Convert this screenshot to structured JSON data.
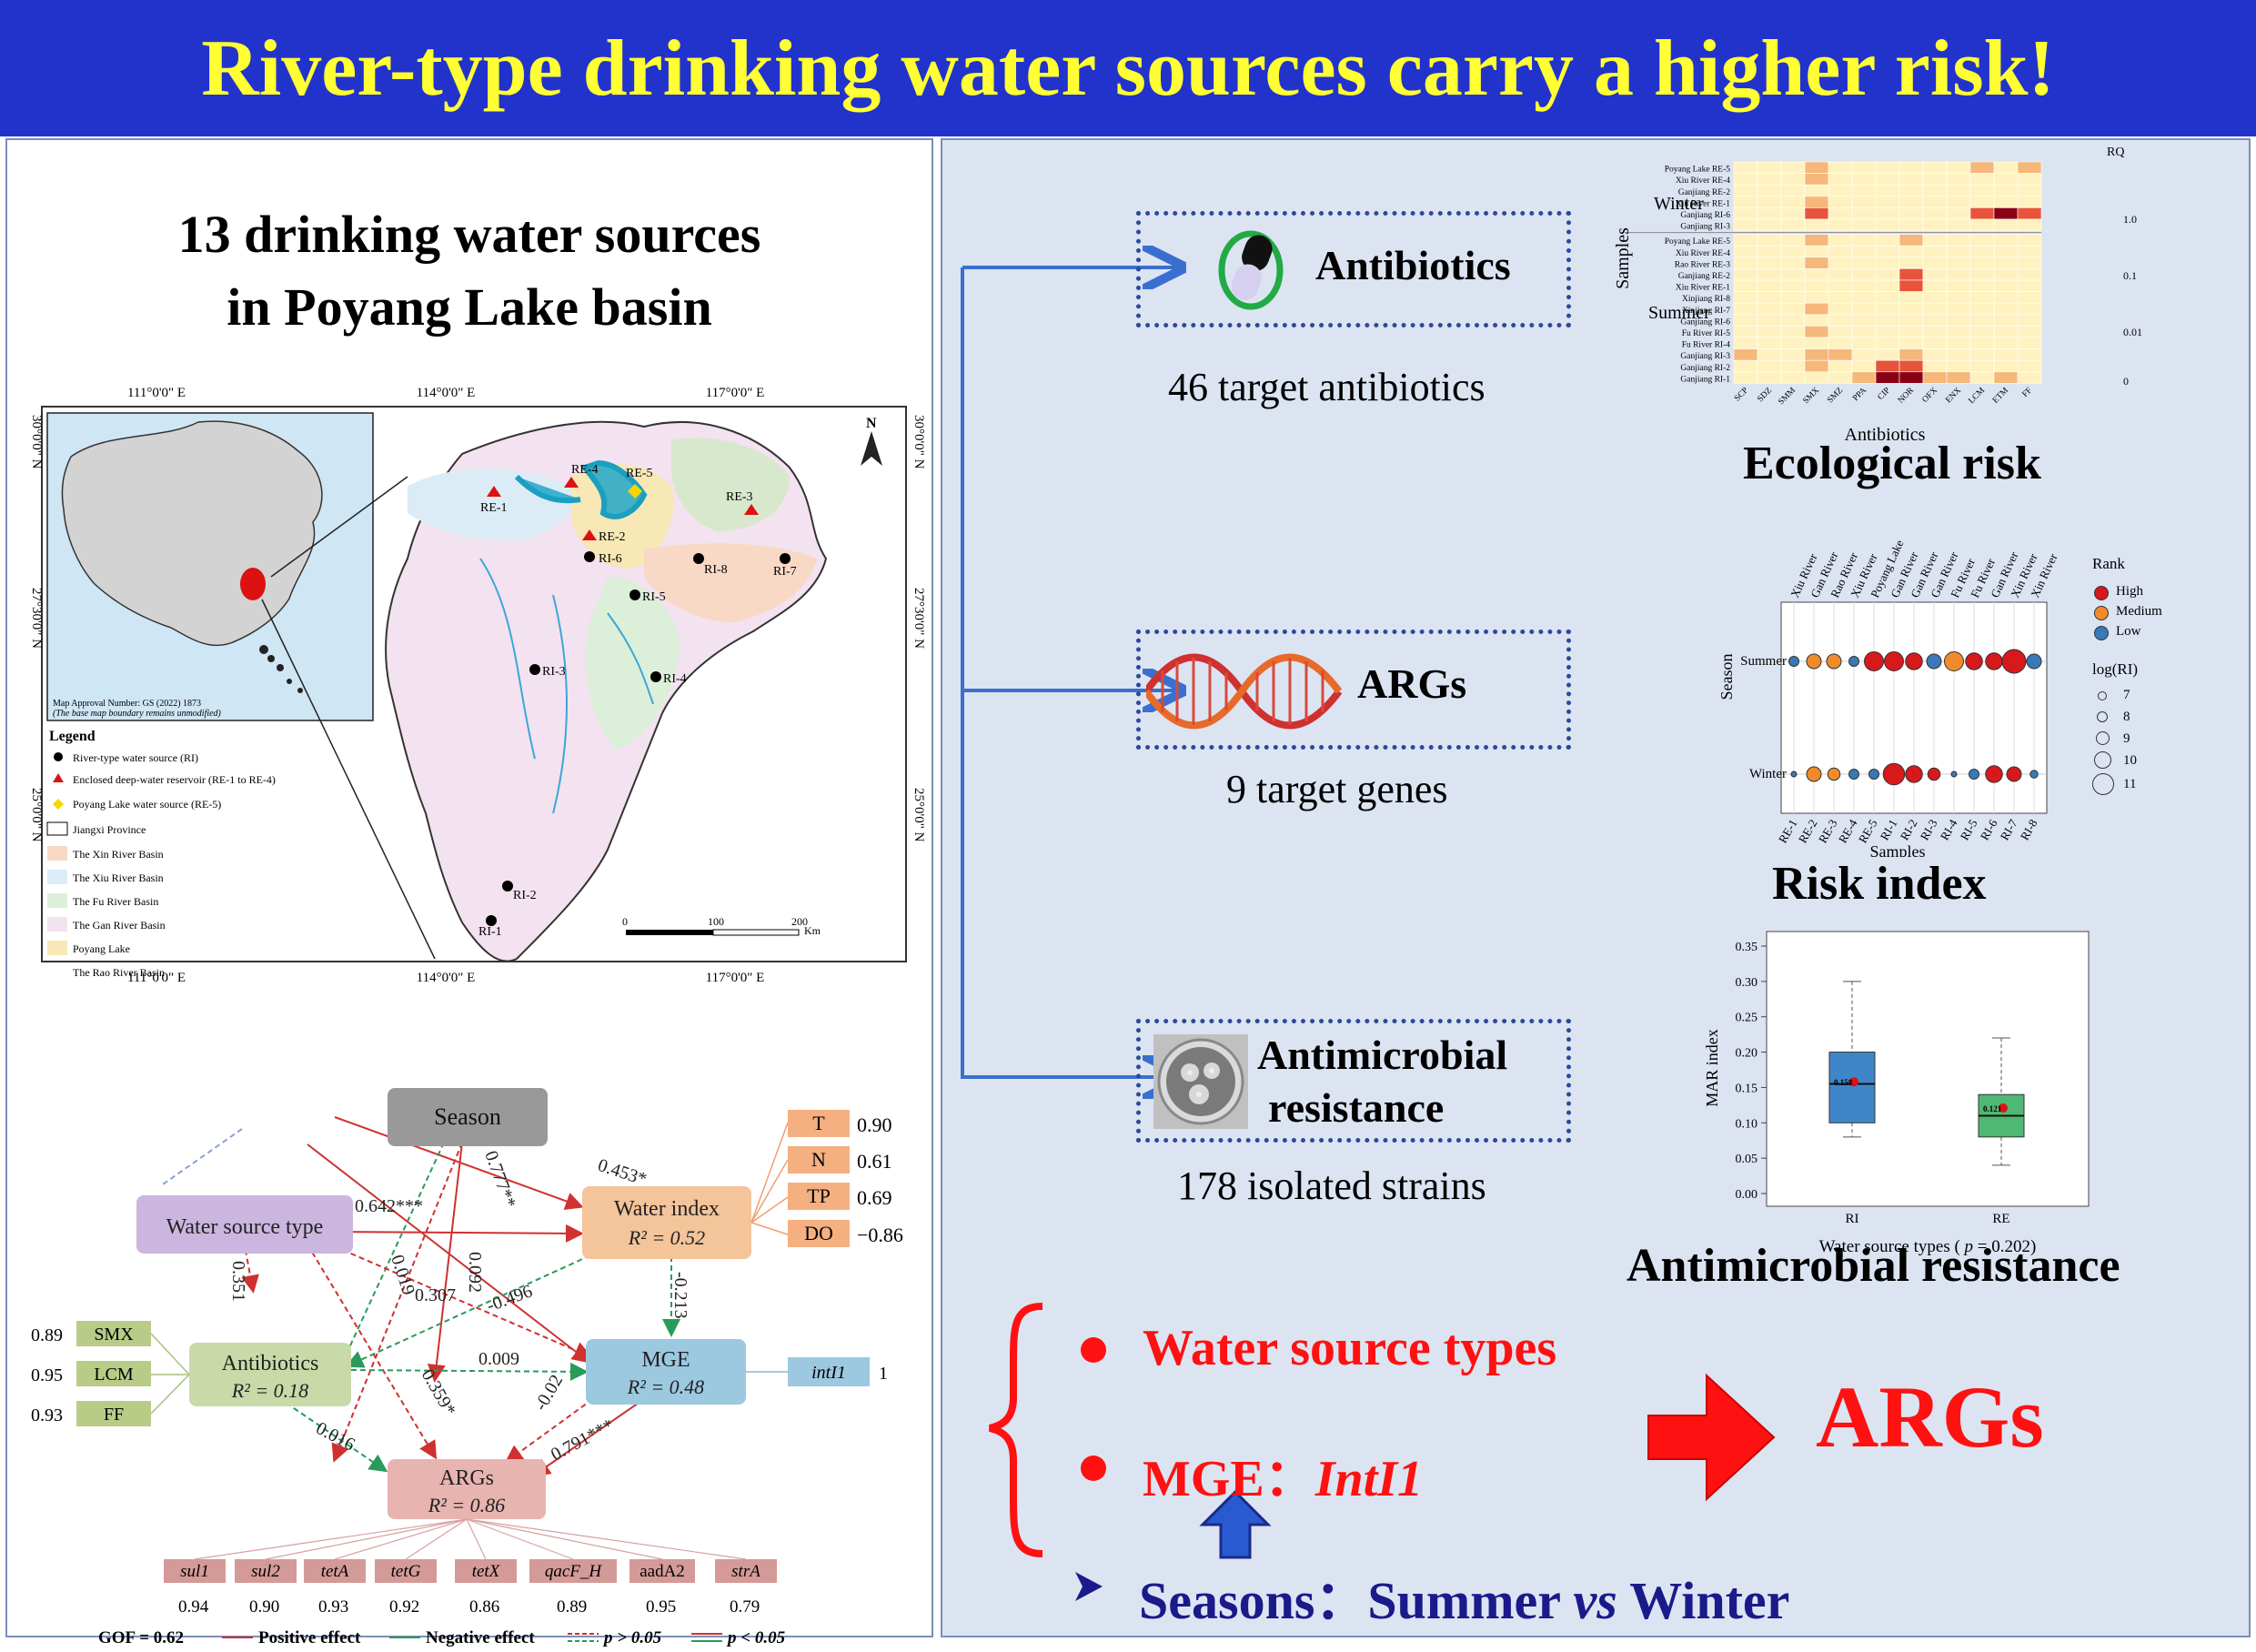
{
  "banner": {
    "title": "River-type drinking water sources carry a higher risk!"
  },
  "map": {
    "title_line1": "13 drinking water sources",
    "title_line2": "in Poyang Lake basin",
    "lon_ticks": [
      "111°0'0\" E",
      "114°0'0\" E",
      "117°0'0\" E"
    ],
    "lat_ticks": [
      "30°0'0\" N",
      "27°30'0\" N",
      "25°0'0\" N"
    ],
    "north": "N",
    "approval": "Map Approval Number: GS (2022) 1873",
    "boundary_note": "(The base map boundary remains unmodified)",
    "scale_ticks": [
      "0",
      "100",
      "200"
    ],
    "scale_unit": "Km",
    "legend_title": "Legend",
    "legend_items": [
      "River-type water source (RI)",
      "Enclosed deep-water reservoir (RE-1 to RE-4)",
      "Poyang Lake water source (RE-5)",
      "Jiangxi Province",
      "The Xin  River Basin",
      "The Xiu  River Basin",
      "The Fu River Basin",
      "The Gan  River Basin",
      "Poyang Lake",
      "The Rao River Basin"
    ],
    "legend_colors": [
      "#000000",
      "#dd1111",
      "#f5d800",
      "#ffffff",
      "#f8d9c6",
      "#dcecf7",
      "#dcefd8",
      "#f3e2ef",
      "#f7e8b6",
      "#d8e8cc"
    ],
    "sites": [
      "RE-1",
      "RE-4",
      "RE-5",
      "RE-3",
      "RE-2",
      "RI-6",
      "RI-8",
      "RI-7",
      "RI-5",
      "RI-3",
      "RI-4",
      "RI-2",
      "RI-1"
    ]
  },
  "pls": {
    "nodes": {
      "season": "Season",
      "water_source_type": "Water source type",
      "water_index": "Water index",
      "water_index_r2": "R² = 0.52",
      "antibiotics": "Antibiotics",
      "antibiotics_r2": "R² = 0.18",
      "mge": "MGE",
      "mge_r2": "R² = 0.48",
      "args": "ARGs",
      "args_r2": "R² = 0.86"
    },
    "path_coefs": [
      "0.453*",
      "0.777**",
      "0.642***",
      "0.019",
      "0.092",
      "0.307",
      "-0.496",
      "-0.213",
      "0.351",
      "0.009",
      "0.359*",
      "-0.02",
      "0.016",
      "0.791***"
    ],
    "water_indicators": [
      {
        "name": "T",
        "v": "0.90"
      },
      {
        "name": "N",
        "v": "0.61"
      },
      {
        "name": "TP",
        "v": "0.69"
      },
      {
        "name": "DO",
        "v": "−0.86"
      }
    ],
    "antibiotic_indicators": [
      {
        "name": "SMX",
        "v": "0.89"
      },
      {
        "name": "LCM",
        "v": "0.95"
      },
      {
        "name": "FF",
        "v": "0.93"
      }
    ],
    "mge_indicator": {
      "name": "intI1",
      "v": "1"
    },
    "arg_indicators": [
      {
        "name": "sul1",
        "v": "0.94"
      },
      {
        "name": "sul2",
        "v": "0.90"
      },
      {
        "name": "tetA",
        "v": "0.93"
      },
      {
        "name": "tetG",
        "v": "0.92"
      },
      {
        "name": "tetX",
        "v": "0.86"
      },
      {
        "name": "qacF_H",
        "v": "0.89"
      },
      {
        "name": "aadA2",
        "v": "0.95"
      },
      {
        "name": "strA",
        "v": "0.79"
      }
    ],
    "footer": {
      "gof": "GOF = 0.62",
      "positive": "Positive effect",
      "negative": "Negative effect",
      "p_gt": "p > 0.05",
      "p_lt": "p < 0.05"
    }
  },
  "flow": {
    "antibiotics_label": "Antibiotics",
    "antibiotics_caption": "46 target antibiotics",
    "args_label": "ARGs",
    "args_caption": "9 target genes",
    "amr_label1": "Antimicrobial",
    "amr_label2": "resistance",
    "amr_caption": "178 isolated strains"
  },
  "heatmap": {
    "title": "Ecological risk",
    "xlabel": "Antibiotics",
    "ylabel": "Samples",
    "legend_title": "RQ",
    "legend_ticks": [
      "1.0",
      "0.1",
      "0.01",
      "0"
    ],
    "season_labels": [
      "Winter",
      "Summer"
    ],
    "columns": [
      "SCP",
      "SDZ",
      "SMM",
      "SMX",
      "SMZ",
      "PPA",
      "CIP",
      "NOR",
      "OFX",
      "ENX",
      "LCM",
      "ETM",
      "FF"
    ],
    "rows": [
      "Poyang Lake RE-5",
      "Xiu River RE-4",
      "Ganjiang RE-2",
      "Xiu River RE-1",
      "Ganjiang RI-6",
      "Ganjiang RI-3",
      "Poyang Lake RE-5",
      "Xiu River RE-4",
      "Rao River RE-3",
      "Ganjiang RE-2",
      "Xiu River RE-1",
      "Xinjiang RI-8",
      "Xinjiang RI-7",
      "Ganjiang RI-6",
      "Fu River RI-5",
      "Fu River RI-4",
      "Ganjiang RI-3",
      "Ganjiang RI-2",
      "Ganjiang RI-1"
    ],
    "cells": [
      [
        0,
        0,
        0,
        1,
        0,
        0,
        0,
        0,
        0,
        0,
        1,
        0,
        1
      ],
      [
        0,
        0,
        0,
        1,
        0,
        0,
        0,
        0,
        0,
        0,
        0,
        0,
        0
      ],
      [
        0,
        0,
        0,
        0,
        0,
        0,
        0,
        0,
        0,
        0,
        0,
        0,
        0
      ],
      [
        0,
        0,
        0,
        1,
        0,
        0,
        0,
        0,
        0,
        0,
        0,
        0,
        0
      ],
      [
        0,
        0,
        0,
        2,
        0,
        0,
        0,
        0,
        0,
        0,
        2,
        3,
        2
      ],
      [
        0,
        0,
        0,
        0,
        0,
        0,
        0,
        0,
        0,
        0,
        0,
        0,
        0
      ],
      [
        0,
        0,
        0,
        1,
        0,
        0,
        0,
        1,
        0,
        0,
        0,
        0,
        0
      ],
      [
        0,
        0,
        0,
        0,
        0,
        0,
        0,
        0,
        0,
        0,
        0,
        0,
        0
      ],
      [
        0,
        0,
        0,
        1,
        0,
        0,
        0,
        0,
        0,
        0,
        0,
        0,
        0
      ],
      [
        0,
        0,
        0,
        0,
        0,
        0,
        0,
        2,
        0,
        0,
        0,
        0,
        0
      ],
      [
        0,
        0,
        0,
        0,
        0,
        0,
        0,
        2,
        0,
        0,
        0,
        0,
        0
      ],
      [
        0,
        0,
        0,
        0,
        0,
        0,
        0,
        0,
        0,
        0,
        0,
        0,
        0
      ],
      [
        0,
        0,
        0,
        1,
        0,
        0,
        0,
        0,
        0,
        0,
        0,
        0,
        0
      ],
      [
        0,
        0,
        0,
        0,
        0,
        0,
        0,
        0,
        0,
        0,
        0,
        0,
        0
      ],
      [
        0,
        0,
        0,
        1,
        0,
        0,
        0,
        0,
        0,
        0,
        0,
        0,
        0
      ],
      [
        0,
        0,
        0,
        0,
        0,
        0,
        0,
        0,
        0,
        0,
        0,
        0,
        0
      ],
      [
        1,
        0,
        0,
        1,
        1,
        0,
        0,
        1,
        0,
        0,
        0,
        0,
        0
      ],
      [
        0,
        0,
        0,
        1,
        0,
        0,
        2,
        2,
        0,
        0,
        0,
        0,
        0
      ],
      [
        0,
        0,
        0,
        0,
        0,
        1,
        3,
        3,
        1,
        1,
        0,
        1,
        0
      ]
    ]
  },
  "risk": {
    "title": "Risk index",
    "xlabel": "Samples",
    "ylabel": "Season",
    "rows": [
      "Winter",
      "Summer"
    ],
    "top_labels": [
      "Xiu River",
      "Gan River",
      "Rao River",
      "Xiu River",
      "Poyang Lake",
      "Gan River",
      "Gan River",
      "Gan River",
      "Fu River",
      "Fu River",
      "Gan River",
      "Xin River",
      "Xin River"
    ],
    "samples": [
      "RE-1",
      "RE-2",
      "RE-3",
      "RE-4",
      "RE-5",
      "RI-1",
      "RI-2",
      "RI-3",
      "RI-4",
      "RI-5",
      "RI-6",
      "RI-7",
      "RI-8"
    ],
    "winter_rank": [
      "Low",
      "Medium",
      "Medium",
      "Low",
      "Low",
      "High",
      "High",
      "High",
      "Low",
      "Low",
      "High",
      "High",
      "Low"
    ],
    "winter_log": [
      7,
      9,
      8.5,
      8,
      8,
      10.5,
      9.5,
      8.5,
      7,
      8,
      9.5,
      9,
      7.5
    ],
    "summer_rank": [
      "Low",
      "Medium",
      "Medium",
      "Low",
      "High",
      "High",
      "High",
      "Low",
      "Medium",
      "High",
      "High",
      "High",
      "Low"
    ],
    "summer_log": [
      8,
      9,
      9,
      8,
      10,
      10,
      9.5,
      9,
      10,
      9.5,
      9.5,
      11,
      9
    ],
    "legend_rank_title": "Rank",
    "legend_ranks": [
      "High",
      "Medium",
      "Low"
    ],
    "rank_colors": {
      "High": "#d7191c",
      "Medium": "#f08a2a",
      "Low": "#3a78b8"
    },
    "legend_size_title": "log(RI)",
    "legend_sizes": [
      "7",
      "8",
      "9",
      "10",
      "11"
    ]
  },
  "mar": {
    "title": "Antimicrobial resistance",
    "ylabel": "MAR index",
    "xlabel_prefix": "Water source types ( ",
    "xlabel_p": "p",
    "xlabel_suffix": " = 0.202)",
    "yticks": [
      "0.00",
      "0.05",
      "0.10",
      "0.15",
      "0.20",
      "0.25",
      "0.30",
      "0.35"
    ],
    "groups": [
      {
        "name": "RI",
        "q1": 0.1,
        "median": 0.155,
        "q3": 0.2,
        "min": 0.08,
        "max": 0.3,
        "mean": 0.158,
        "mean_label": "0.158",
        "color": "#3f86c8"
      },
      {
        "name": "RE",
        "q1": 0.08,
        "median": 0.11,
        "q3": 0.14,
        "min": 0.04,
        "max": 0.22,
        "mean": 0.121,
        "mean_label": "0.121",
        "color": "#4fb874"
      }
    ]
  },
  "conclusion": {
    "item1": "Water source types",
    "item2_prefix": "MGE：",
    "item2_gene": "IntI1",
    "result": "ARGs",
    "seasons_prefix": "Seasons：",
    "seasons_a": "Summer ",
    "seasons_vs": "vs",
    "seasons_b": " Winter"
  }
}
